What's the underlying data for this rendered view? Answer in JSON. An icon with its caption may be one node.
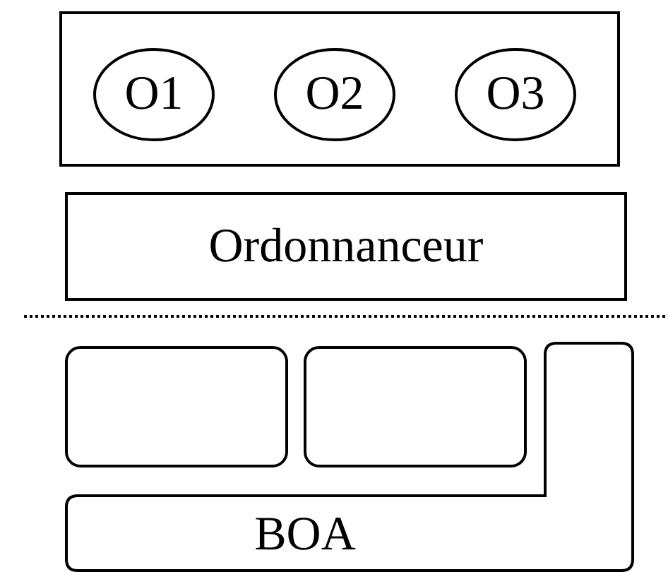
{
  "diagram": {
    "nodes": [
      {
        "text": [],
        "shape": "box"
      },
      {
        "text": [
          "O1"
        ],
        "in": 0
      },
      {
        "text": [
          "O2"
        ],
        "in": 0
      },
      {
        "text": [
          "O3"
        ],
        "in": 0
      },
      {
        "text": [
          "Ordonnanceur"
        ]
      },
      {
        "text": [],
        "shape": "box"
      },
      {
        "text": [],
        "shape": "box"
      },
      {
        "text": [
          "BOA"
        ]
      }
    ]
  }
}
